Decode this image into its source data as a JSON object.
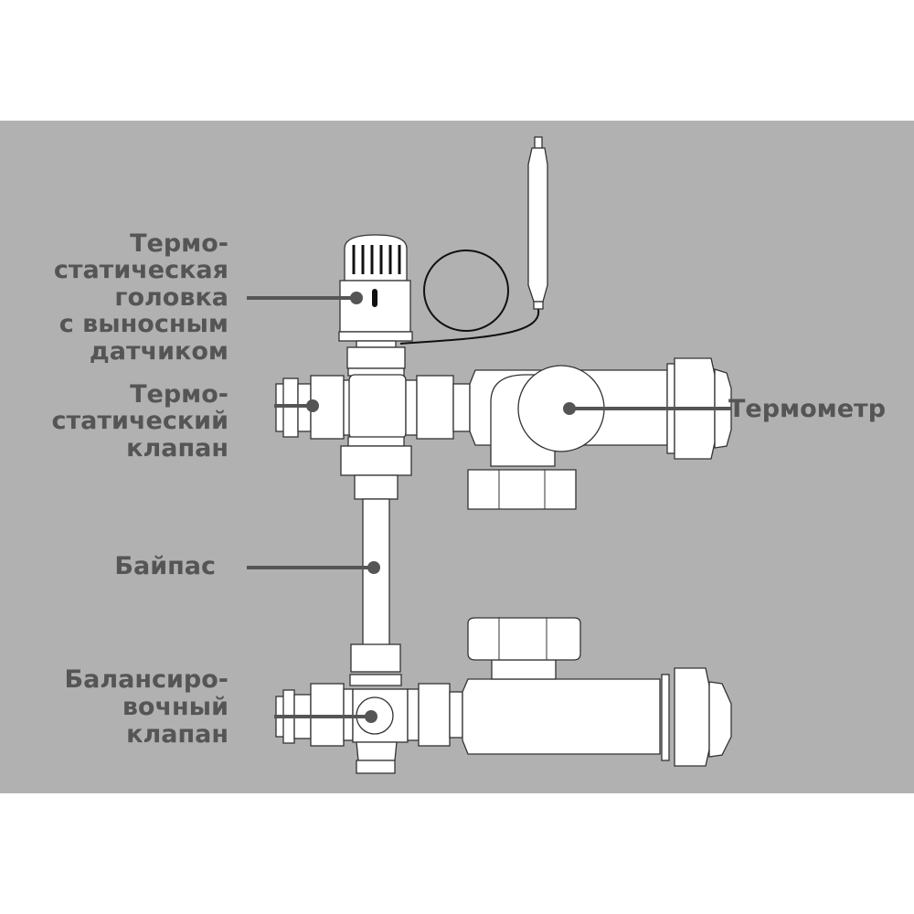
{
  "labels": {
    "head": [
      "Термо-",
      "статическая",
      "головка",
      "с выносным",
      "датчиком"
    ],
    "valve": [
      "Термо-",
      "статический",
      "клапан"
    ],
    "bypass": "Байпас",
    "balancing": [
      "Балансиро-",
      "вочный",
      "клапан"
    ],
    "thermometer": "Термометр"
  },
  "colors": {
    "background": "#b1b1b1",
    "label": "#555555"
  }
}
